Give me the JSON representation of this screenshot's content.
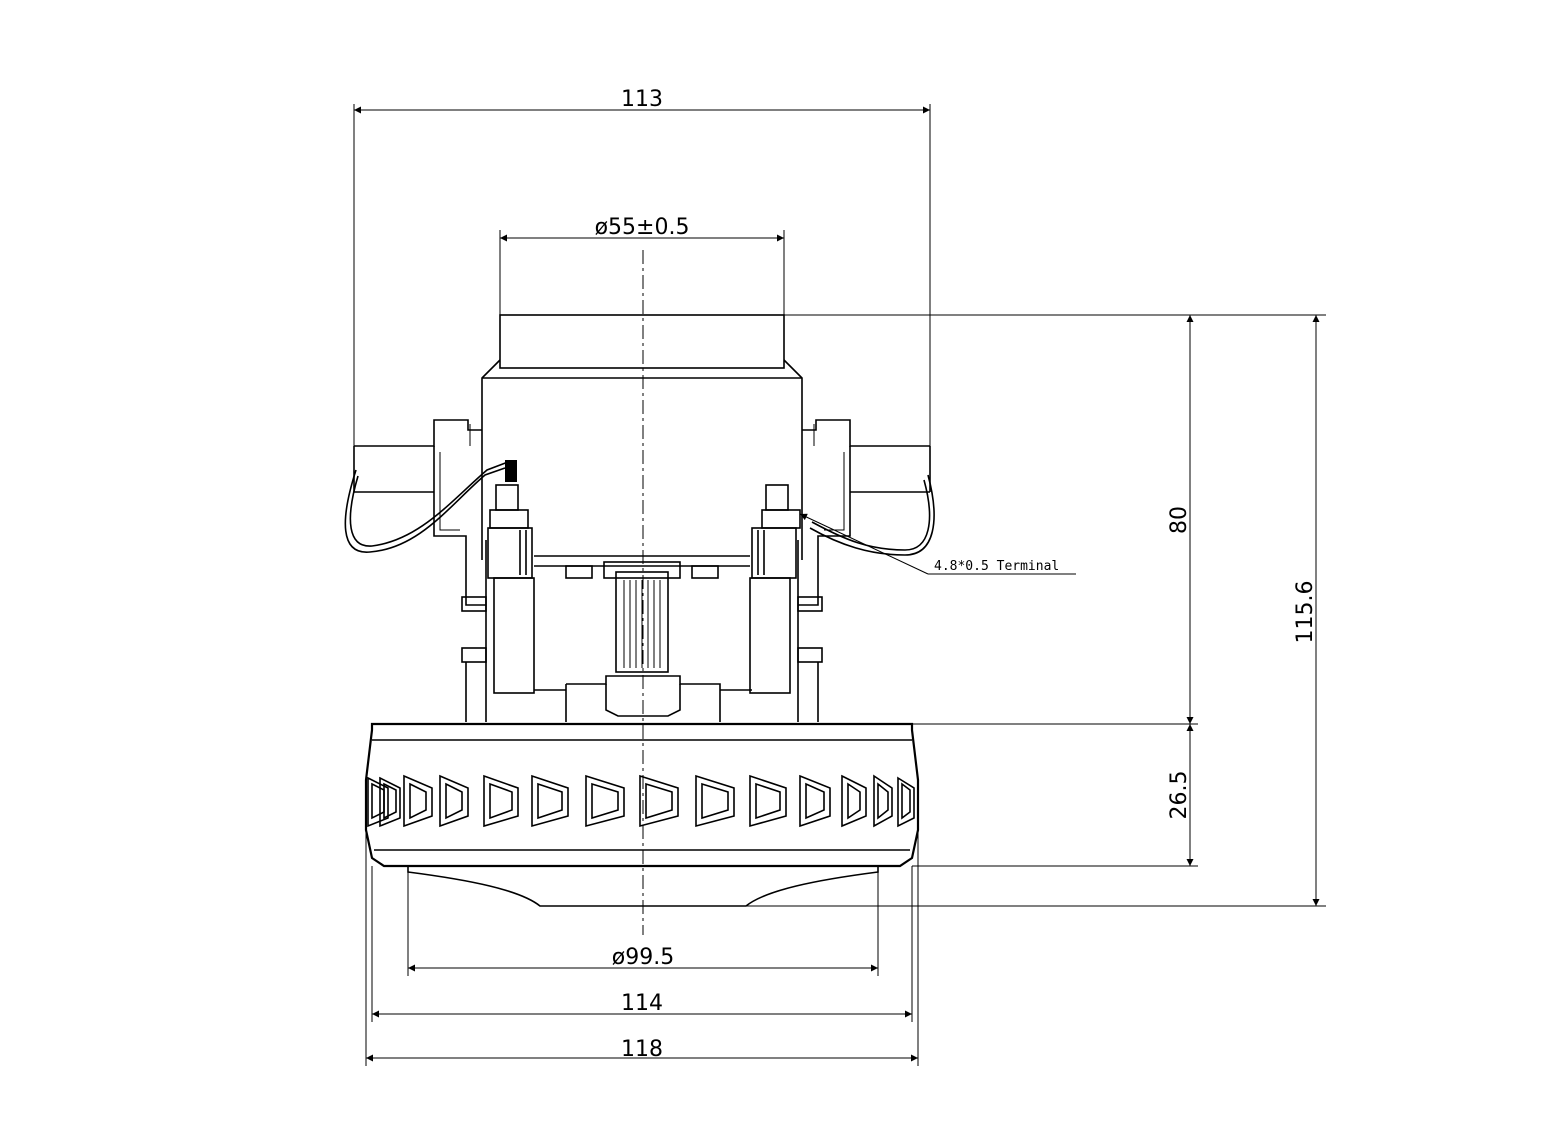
{
  "dimensions": {
    "overall_width_top": "113",
    "inlet_diameter": "ø55±0.5",
    "height_motor": "80",
    "height_total": "115.6",
    "height_fan": "26.5",
    "outlet_diameter": "ø99.5",
    "width_fan_housing": "114",
    "width_overall": "118"
  },
  "annotations": {
    "terminal": "4.8*0.5 Terminal"
  }
}
